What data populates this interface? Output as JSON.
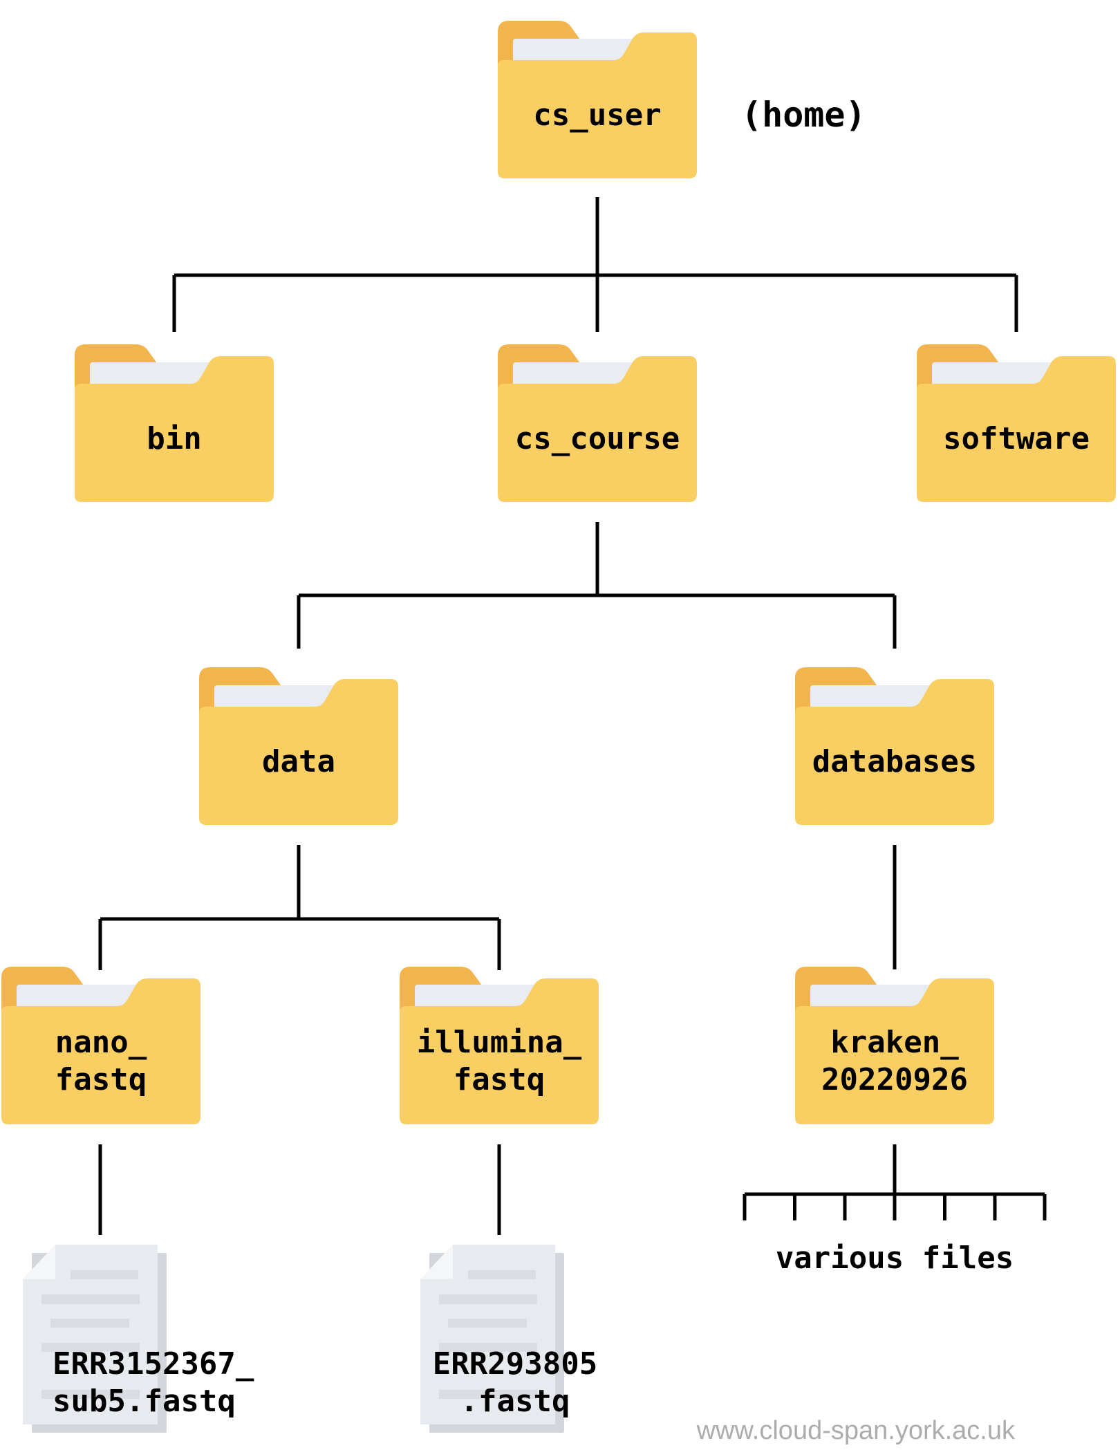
{
  "nodes": {
    "cs_user": {
      "label": "cs_user",
      "annotation": "(home)"
    },
    "bin": {
      "label": "bin"
    },
    "cs_course": {
      "label": "cs_course"
    },
    "software": {
      "label": "software"
    },
    "data": {
      "label": "data"
    },
    "databases": {
      "label": "databases"
    },
    "nano_fastq": {
      "label": "nano_\nfastq"
    },
    "illumina_fastq": {
      "label": "illumina_\nfastq"
    },
    "kraken_20220926": {
      "label": "kraken_\n20220926"
    },
    "file_err3152367": {
      "label": "ERR3152367_\nsub5.fastq"
    },
    "file_err293805": {
      "label": "ERR293805\n.fastq"
    },
    "various_files": {
      "label": "various files"
    }
  },
  "hierarchy": [
    [
      "cs_user (home)",
      "bin"
    ],
    [
      "cs_user (home)",
      "cs_course"
    ],
    [
      "cs_user (home)",
      "software"
    ],
    [
      "cs_course",
      "data"
    ],
    [
      "cs_course",
      "databases"
    ],
    [
      "data",
      "nano_fastq"
    ],
    [
      "data",
      "illumina_fastq"
    ],
    [
      "databases",
      "kraken_20220926"
    ],
    [
      "nano_fastq",
      "ERR3152367_sub5.fastq"
    ],
    [
      "illumina_fastq",
      "ERR293805.fastq"
    ],
    [
      "kraken_20220926",
      "various files"
    ]
  ],
  "watermark": {
    "text": "www.cloud-span.york.ac.uk"
  },
  "colors": {
    "background": "#ffffff",
    "folder_body": "#f9ce63",
    "folder_tab": "#f2b54e",
    "folder_paper": "#e9edf1",
    "file_front": "#e7eaee",
    "file_back": "#d3d7dc",
    "file_fold": "#f4f6f8",
    "file_bar": "#d9dce0",
    "line": "#000000",
    "label": "#000000",
    "watermark": "#acacac"
  }
}
